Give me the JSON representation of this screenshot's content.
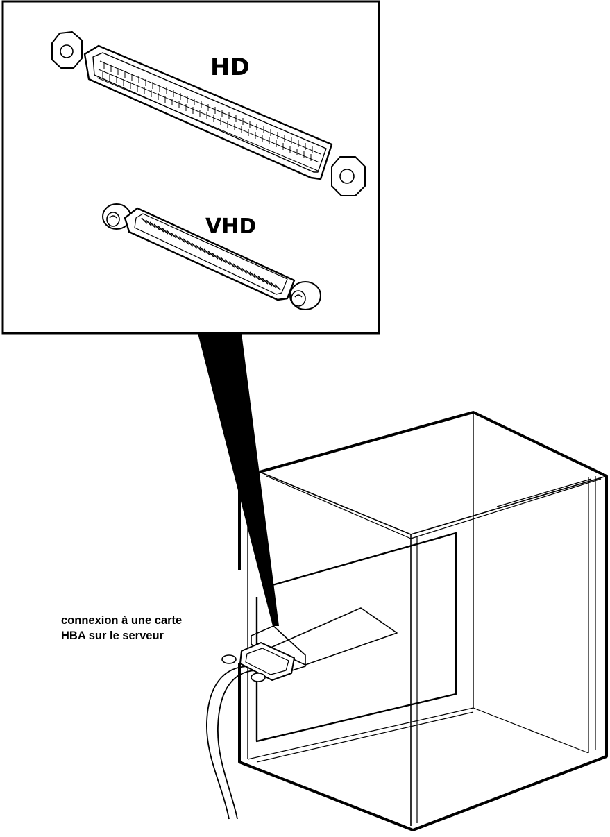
{
  "inset": {
    "hd_label": "HD",
    "vhd_label": "VHD"
  },
  "caption": {
    "line1": "connexion à une carte",
    "line2": "HBA sur le serveur"
  }
}
